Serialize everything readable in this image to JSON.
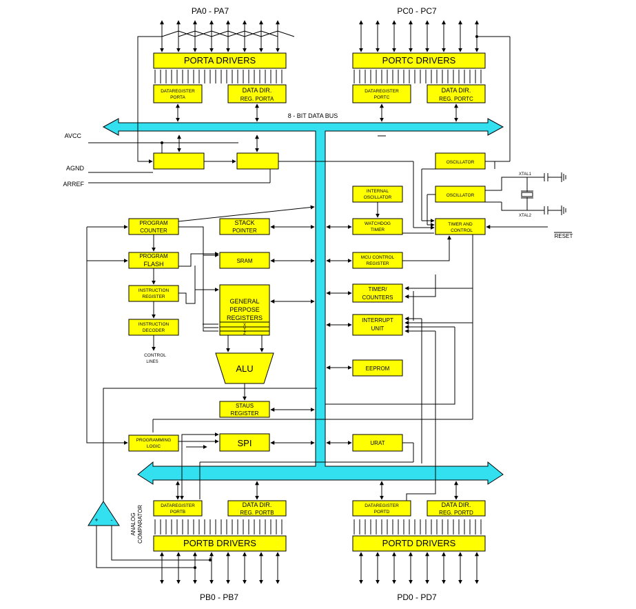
{
  "ports": {
    "pa": "PA0 - PA7",
    "pc": "PC0 - PC7",
    "pb": "PB0 - PB7",
    "pd": "PD0 - PD7"
  },
  "bus_label": "8 - BIT DATA BUS",
  "signals": {
    "avcc": "AVCC",
    "agnd": "AGND",
    "aref": "ARREF",
    "xtal1": "XTAL1",
    "xtal2": "XTAL2",
    "reset": "RESET",
    "control_lines": [
      "CONTROL",
      "LINES"
    ],
    "analog_comparator": [
      "ANALOG",
      "COMPARATOR"
    ],
    "comp_plus": "+",
    "comp_minus": "-"
  },
  "blocks": {
    "porta_drivers": [
      "PORTA   DRIVERS"
    ],
    "portc_drivers": [
      "PORTC   DRIVERS"
    ],
    "portb_drivers": [
      "PORTB   DRIVERS"
    ],
    "portd_drivers": [
      "PORTD   DRIVERS"
    ],
    "data_reg_porta": [
      "DATAREGISTER",
      "PORTA"
    ],
    "data_dir_porta": [
      "DATA DIR.",
      "REG. PORTA"
    ],
    "data_reg_portc": [
      "DATAREGISTER",
      "PORTC"
    ],
    "data_dir_portc": [
      "DATA DIR.",
      "REG. PORTC"
    ],
    "data_reg_portb": [
      "DATAREGISTER",
      "PORTB"
    ],
    "data_dir_portb": [
      "DATA DIR.",
      "REG. PORTB"
    ],
    "data_reg_portd": [
      "DATAREGISTER",
      "PORTD"
    ],
    "data_dir_portd": [
      "DATA DIR.",
      "REG. PORTD"
    ],
    "oscillator_1": [
      "OSCILLATOR"
    ],
    "oscillator_2": [
      "OSCILLATOR"
    ],
    "internal_oscillator": [
      "INTERNAL",
      "OSCILLATOR"
    ],
    "watchdog_timer": [
      "WATCHDOG",
      "TIMER"
    ],
    "timer_control": [
      "TIMER AND",
      "CONTROL"
    ],
    "mcu_control": [
      "MCU CONTROL",
      "REGISTER"
    ],
    "timer_counters": [
      "TIMER/",
      "COUNTERS"
    ],
    "interrupt_unit": [
      "INTERRUPT",
      "UNIT"
    ],
    "eeprom": [
      "EEPROM"
    ],
    "urat": [
      "URAT"
    ],
    "program_counter": [
      "PROGRAM",
      "COUNTER"
    ],
    "program_flash": [
      "PROGRAM",
      "FLASH"
    ],
    "instruction_register": [
      "INSTRUCTION",
      "REGISTER"
    ],
    "instruction_decoder": [
      "INSTRUCTION",
      "DECODER"
    ],
    "stack_pointer": [
      "STACK",
      "POINTER"
    ],
    "sram": [
      "SRAM"
    ],
    "gp_registers": [
      "GENERAL",
      "PERPOSE",
      "REGISTERS"
    ],
    "alu": [
      "ALU"
    ],
    "status_register": [
      "STAUS",
      "REGISTER"
    ],
    "programming_logic": [
      "PROGRAMMING",
      "LOGIC"
    ],
    "spi": [
      "SPI"
    ],
    "reg_x": "X",
    "reg_y": "Y",
    "reg_z": "Z"
  },
  "colors": {
    "block_fill": "#ffff00",
    "bus_fill": "#33e0f0",
    "line": "#000000"
  }
}
